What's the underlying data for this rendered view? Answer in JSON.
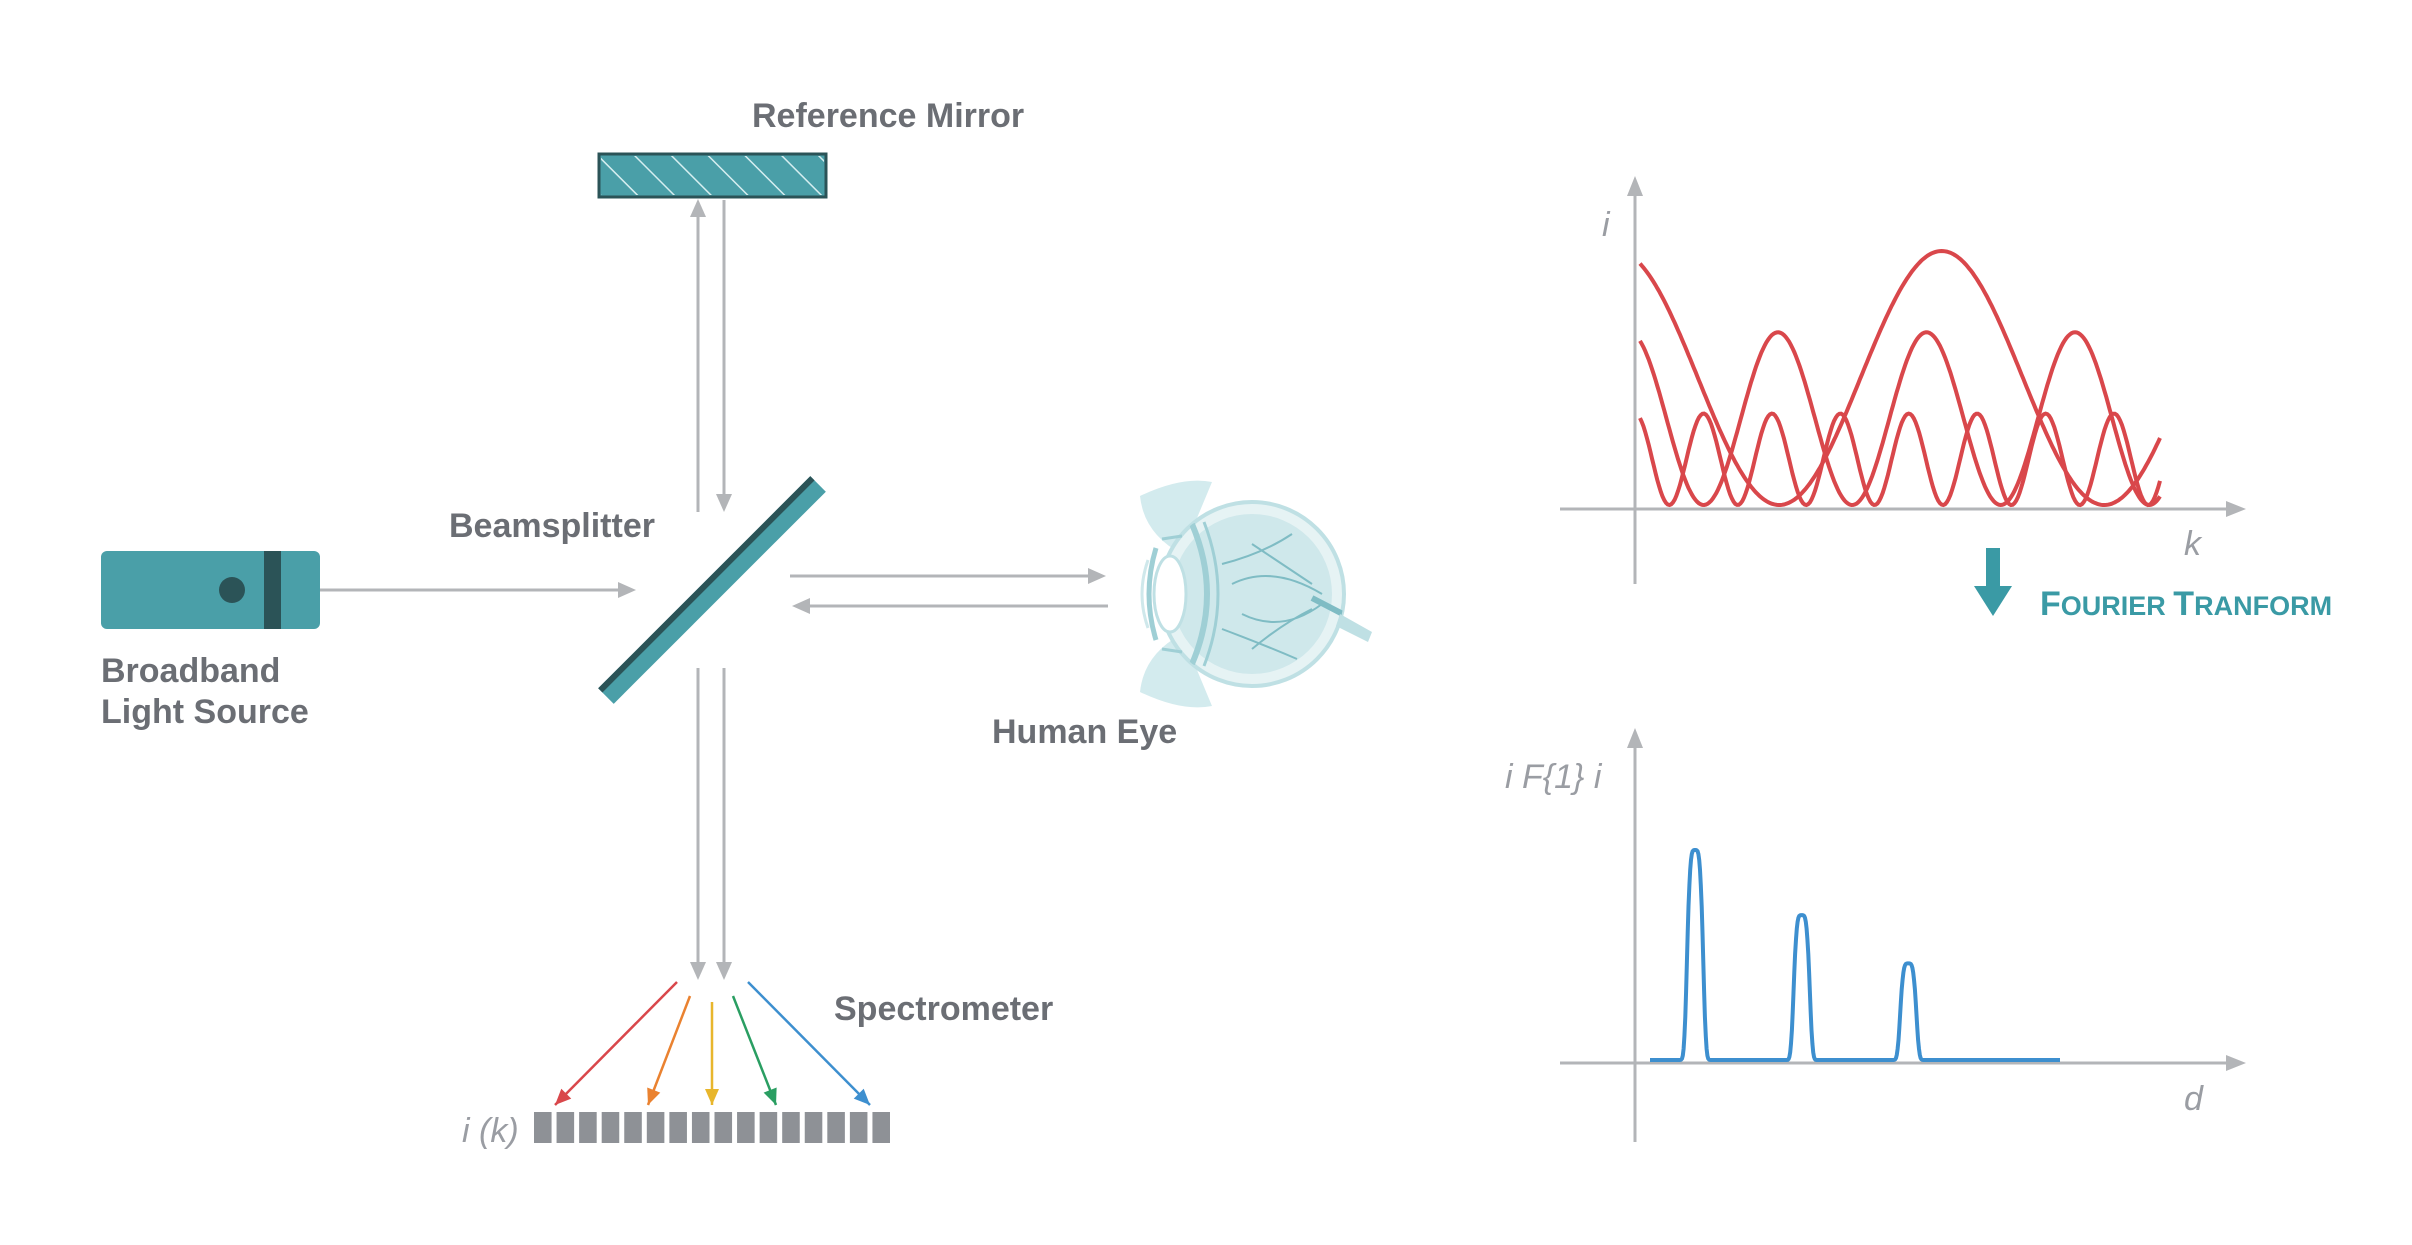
{
  "labels": {
    "reference_mirror": "Reference Mirror",
    "beamsplitter": "Beamsplitter",
    "light_source_line1": "Broadband",
    "light_source_line2": "Light Source",
    "human_eye": "Human Eye",
    "spectrometer": "Spectrometer",
    "detector_signal": "i (k)",
    "fourier_transform_F": "F",
    "fourier_transform_rest1": "OURIER ",
    "fourier_transform_T": "T",
    "fourier_transform_rest2": "RANFORM"
  },
  "colors": {
    "teal": "#4a9fa8",
    "teal_dark": "#2b5357",
    "arrow_gray": "#b3b5b8",
    "text_gray": "#6b6e74",
    "signal_red": "#d9474b",
    "signal_blue": "#3d8fcf",
    "detector_gray": "#8e9196",
    "spectrum": [
      "#d9474b",
      "#ea8230",
      "#e8b62c",
      "#2a9e62",
      "#3d8fcf"
    ]
  },
  "icons": {
    "light_source": "broadband-light-source-icon",
    "mirror": "reference-mirror-icon",
    "beamsplitter": "beamsplitter-icon",
    "eye": "human-eye-icon",
    "detector": "detector-array-icon",
    "transform_arrow": "arrow-down-icon"
  },
  "chart_data": [
    {
      "type": "line",
      "xlabel": "k",
      "ylabel": "i",
      "series": [
        {
          "kind": "slow-cosine",
          "cycles": 1.6,
          "amplitude": 0.5
        },
        {
          "kind": "medium-cosine",
          "cycles": 3.5,
          "amplitude": 0.34
        },
        {
          "kind": "fast-cosine",
          "cycles": 7.6,
          "amplitude": 0.18
        }
      ]
    },
    {
      "type": "line",
      "xlabel": "d",
      "ylabel": "i F{1} i",
      "peaks": [
        {
          "position": 0.11,
          "height": 1.0
        },
        {
          "position": 0.37,
          "height": 0.69
        },
        {
          "position": 0.63,
          "height": 0.46
        }
      ]
    }
  ]
}
